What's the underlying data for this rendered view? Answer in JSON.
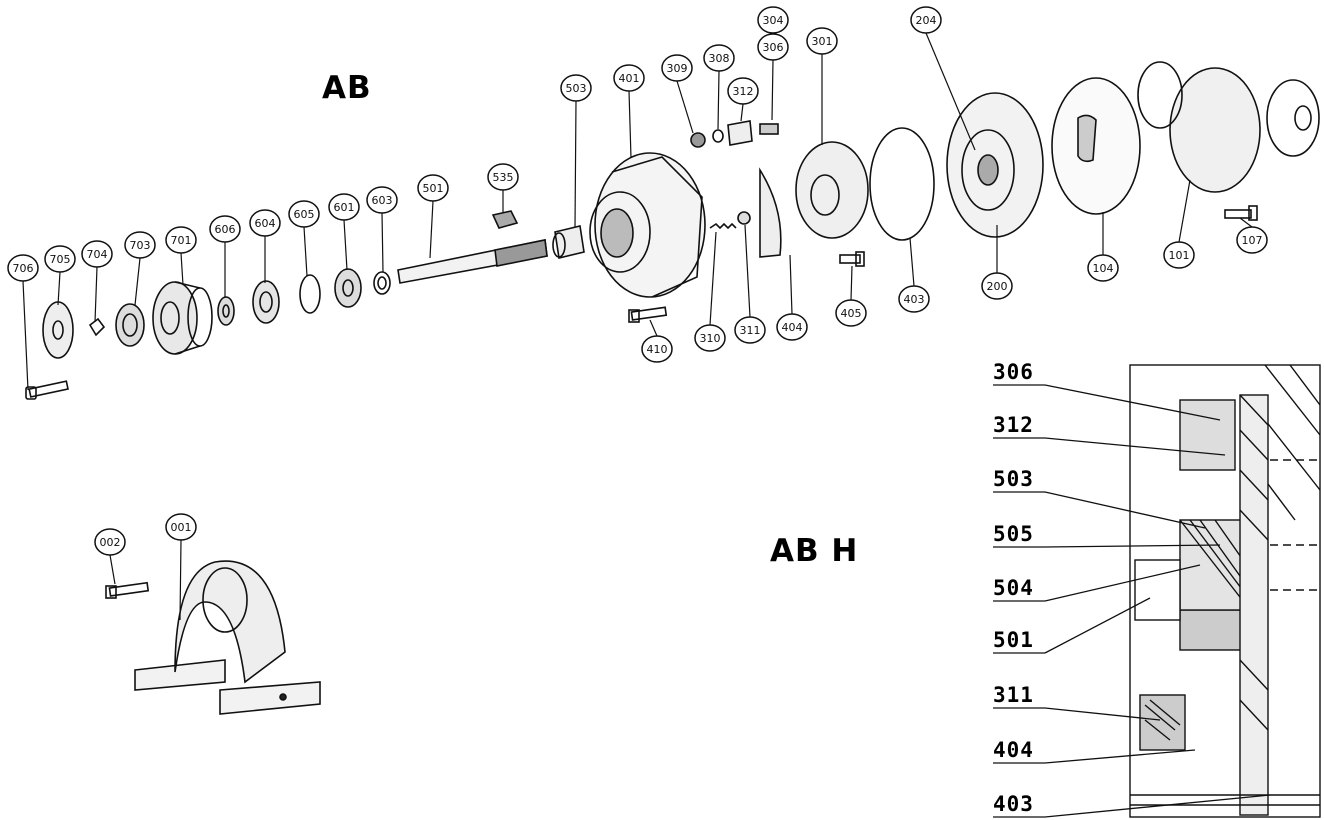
{
  "titles": {
    "exploded": "AB",
    "section": "AB H"
  },
  "part_callouts": [
    "706",
    "705",
    "704",
    "703",
    "701",
    "606",
    "604",
    "605",
    "601",
    "603",
    "501",
    "535",
    "503",
    "401",
    "309",
    "308",
    "312",
    "304",
    "306",
    "301",
    "204",
    "200",
    "104",
    "101",
    "107",
    "403",
    "405",
    "404",
    "311",
    "310",
    "410",
    "002",
    "001"
  ],
  "section_labels": [
    "306",
    "312",
    "503",
    "505",
    "504",
    "501",
    "311",
    "404",
    "403"
  ]
}
